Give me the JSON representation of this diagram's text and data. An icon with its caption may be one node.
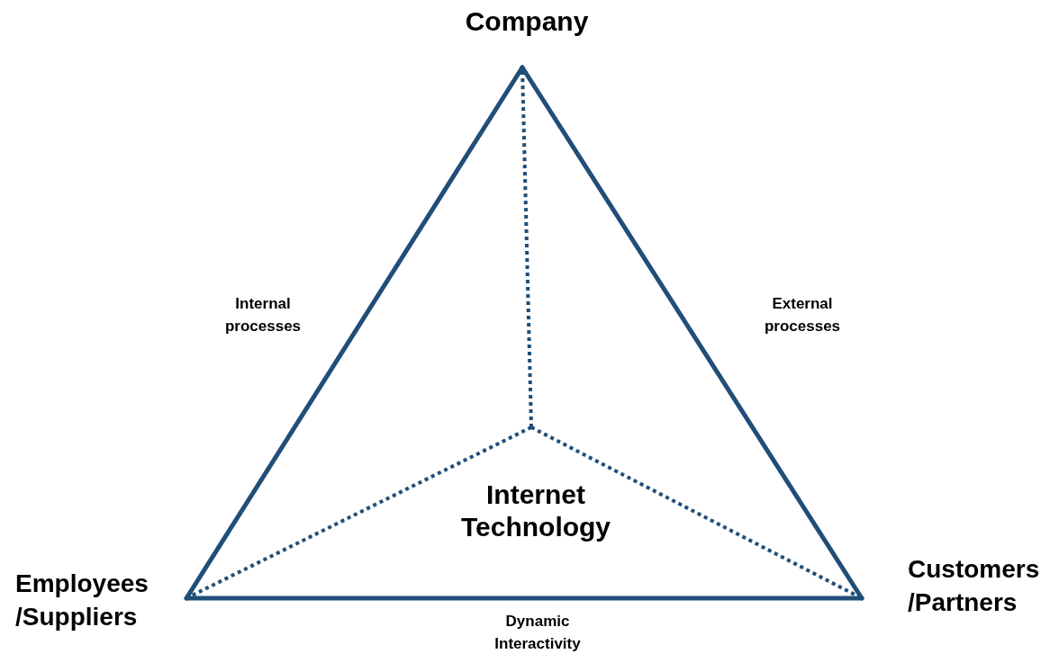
{
  "diagram": {
    "nodes": [
      {
        "text": [
          "Company"
        ]
      },
      {
        "text": [
          "Employees /Suppliers"
        ]
      },
      {
        "text": [
          "Customers /Partners"
        ]
      },
      {
        "text": [
          "Internet Technology"
        ]
      }
    ],
    "edges": [
      {
        "from": 0,
        "to": 1,
        "arrow": "none",
        "label": "Internal processes"
      },
      {
        "from": 0,
        "to": 2,
        "arrow": "none",
        "label": "External processes"
      },
      {
        "from": 1,
        "to": 2,
        "arrow": "none",
        "label": "Dynamic Interactivity"
      },
      {
        "from": 3,
        "to": 0,
        "arrow": "none",
        "style": "dashed"
      },
      {
        "from": 3,
        "to": 1,
        "arrow": "none",
        "style": "dashed"
      },
      {
        "from": 3,
        "to": 2,
        "arrow": "none",
        "style": "dashed"
      }
    ]
  }
}
